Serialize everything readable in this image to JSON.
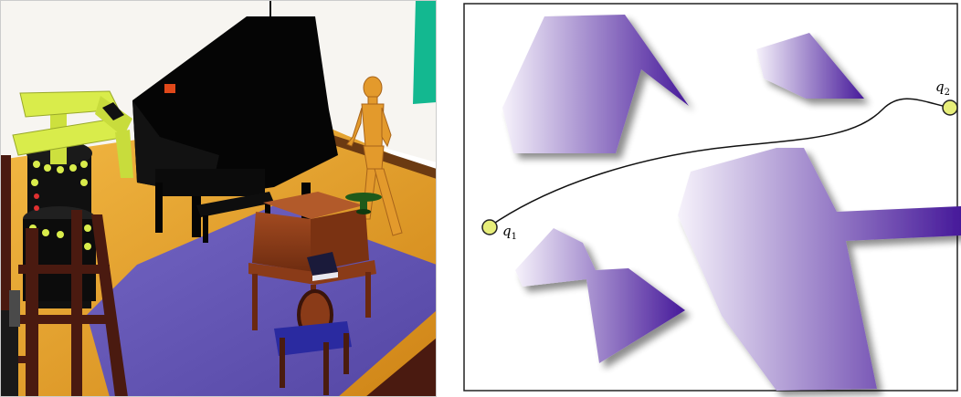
{
  "scene": {
    "colors": {
      "background": "#ffffff",
      "wall": "#f6f4f0",
      "floor": "#e09a1c",
      "floor_light": "#f2b73b",
      "rug": "#6456b0",
      "piano": "#050505",
      "mannequin": "#e39a2c",
      "robot_arm": "#d9ec4b",
      "robot_base": "#101010",
      "desk": "#8a3b18",
      "chair": "#4a1c0f",
      "chair_seat": "#2a2aa0",
      "easel": "#4a1a10",
      "teal_panel": "#13b890"
    }
  },
  "plan": {
    "labels": {
      "start": "q",
      "start_sub": "1",
      "goal": "q",
      "goal_sub": "2"
    },
    "colors": {
      "obstacle_dark": "#4a1b9a",
      "obstacle_light": "#f4f0fa",
      "node_fill": "#e7ee7a",
      "path": "#111111",
      "border": "#222222",
      "shadow": "#9a9a9a"
    }
  }
}
